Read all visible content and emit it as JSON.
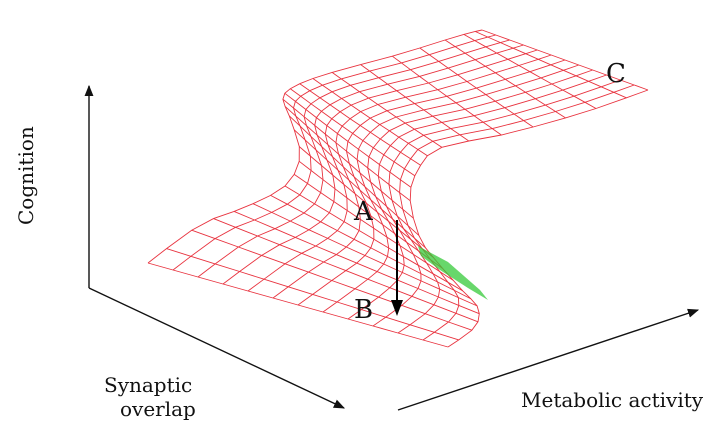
{
  "axes": {
    "cognition": "Cognition",
    "synaptic_line1": "Synaptic",
    "synaptic_line2": "overlap",
    "metabolic": "Metabolic activity"
  },
  "points": {
    "a": "A",
    "b": "B",
    "c": "C"
  },
  "colors": {
    "mesh": "#e8333f",
    "fold": "#35c93a",
    "axis": "#111111",
    "arrow": "#000000"
  }
}
